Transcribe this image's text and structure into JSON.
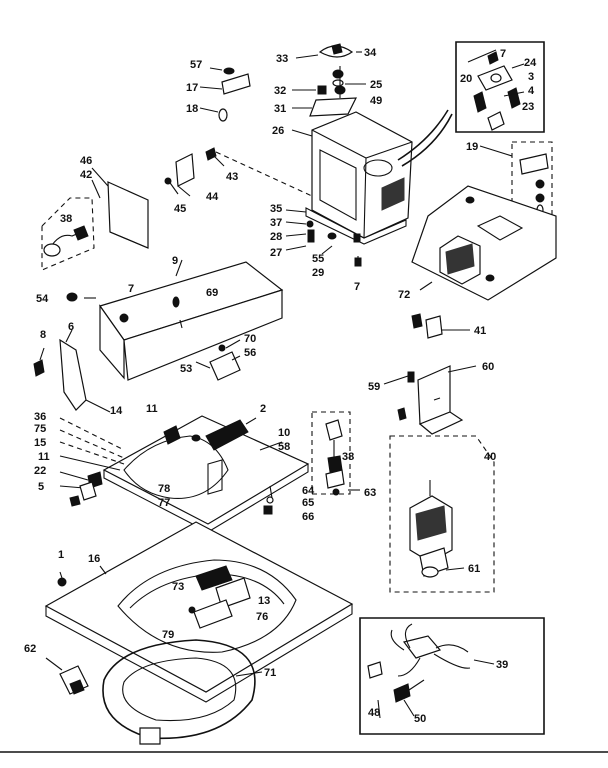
{
  "labels": {
    "l57": "57",
    "l17": "17",
    "l18": "18",
    "l33": "33",
    "l34": "34",
    "l32": "32",
    "l25": "25",
    "l31": "31",
    "l49": "49",
    "l26": "26",
    "l7a": "7",
    "l24": "24",
    "l3": "3",
    "l20": "20",
    "l4": "4",
    "l23": "23",
    "l46": "46",
    "l42": "42",
    "l43": "43",
    "l44": "44",
    "l45": "45",
    "l38a": "38",
    "l19": "19",
    "l35": "35",
    "l37": "37",
    "l28": "28",
    "l27": "27",
    "l55": "55",
    "l29": "29",
    "l7b": "7",
    "l9": "9",
    "l7c": "7",
    "l69": "69",
    "l54": "54",
    "l72": "72",
    "l8": "8",
    "l6": "6",
    "l70": "70",
    "l56": "56",
    "l53": "53",
    "l41": "41",
    "l59": "59",
    "l60": "60",
    "l36": "36",
    "l75": "75",
    "l15": "15",
    "l11a": "11",
    "l14": "14",
    "l11b": "11",
    "l2": "2",
    "l10": "10",
    "l58": "58",
    "l38b": "38",
    "l22": "22",
    "l5": "5",
    "l78": "78",
    "l77": "77",
    "l64": "64",
    "l65": "65",
    "l66": "66",
    "l63": "63",
    "l40": "40",
    "l1": "1",
    "l16": "16",
    "l73": "73",
    "l13": "13",
    "l76": "76",
    "l79": "79",
    "l61": "61",
    "l62": "62",
    "l71": "71",
    "l39": "39",
    "l48": "48",
    "l50": "50"
  }
}
